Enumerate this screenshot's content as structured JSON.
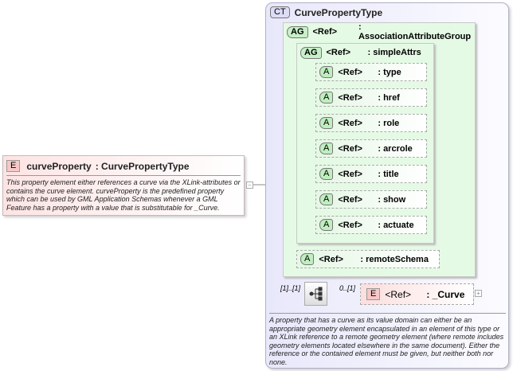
{
  "element": {
    "badge": "E",
    "name": "curveProperty",
    "type": ": CurvePropertyType",
    "description": "This property element either references a curve via the XLink-attributes or contains the curve element. curveProperty is the predefined property which can be used by GML Application Schemas whenever a GML Feature has a property with a value that is substitutable for _Curve."
  },
  "complex_type": {
    "badge": "CT",
    "name": "CurvePropertyType",
    "description": "A property that has a curve as its value domain can either be an appropriate geometry element encapsulated in an element of this type or an XLink reference to a remote geometry element (where remote includes geometry elements located elsewhere in the same document). Either the reference or the contained element must be given, but neither both nor none."
  },
  "association_group": {
    "badge": "AG",
    "ref": "<Ref>",
    "name": ": AssociationAttributeGroup"
  },
  "simple_attrs": {
    "badge": "AG",
    "ref": "<Ref>",
    "name": ": simpleAttrs"
  },
  "attributes": [
    {
      "badge": "A",
      "ref": "<Ref>",
      "name": ": type"
    },
    {
      "badge": "A",
      "ref": "<Ref>",
      "name": ": href"
    },
    {
      "badge": "A",
      "ref": "<Ref>",
      "name": ": role"
    },
    {
      "badge": "A",
      "ref": "<Ref>",
      "name": ": arcrole"
    },
    {
      "badge": "A",
      "ref": "<Ref>",
      "name": ": title"
    },
    {
      "badge": "A",
      "ref": "<Ref>",
      "name": ": show"
    },
    {
      "badge": "A",
      "ref": "<Ref>",
      "name": ": actuate"
    }
  ],
  "remote_schema": {
    "badge": "A",
    "ref": "<Ref>",
    "name": ": remoteSchema"
  },
  "sequence": {
    "multiplicity": "[1]..[1]"
  },
  "curve": {
    "badge": "E",
    "ref": "<Ref>",
    "name": ": _Curve",
    "multiplicity": "0..[1]",
    "expand": "+"
  },
  "collapse": "−"
}
